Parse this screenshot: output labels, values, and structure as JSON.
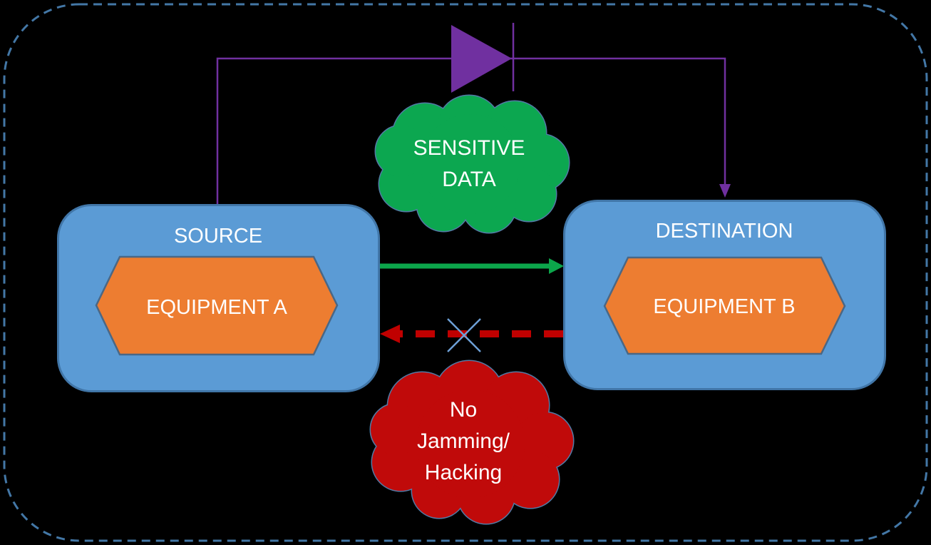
{
  "diagram": {
    "source_box": {
      "label": "SOURCE",
      "equipment": "EQUIPMENT A"
    },
    "destination_box": {
      "label": "DESTINATION",
      "equipment": "EQUIPMENT B"
    },
    "sensitive_data_cloud": {
      "text": "SENSITIVE\nDATA"
    },
    "blocked_cloud": {
      "text": "No\nJamming/\nHacking"
    },
    "colors": {
      "background": "#000000",
      "dashed_frame": "#4377A6",
      "node_box_fill": "#5B9BD5",
      "node_box_border": "#4176A8",
      "hexagon_fill": "#ED7D31",
      "hexagon_border": "#4A6785",
      "green_cloud_fill": "#0CA750",
      "red_cloud_fill": "#C00A0A",
      "cloud_border": "#527AA5",
      "diode_purple": "#7030A0",
      "allowed_arrow_green": "#0CA64B",
      "blocked_arrow_red": "#C00000",
      "x_mark_blue": "#6EA0D7",
      "text": "#FFFFFF"
    }
  }
}
